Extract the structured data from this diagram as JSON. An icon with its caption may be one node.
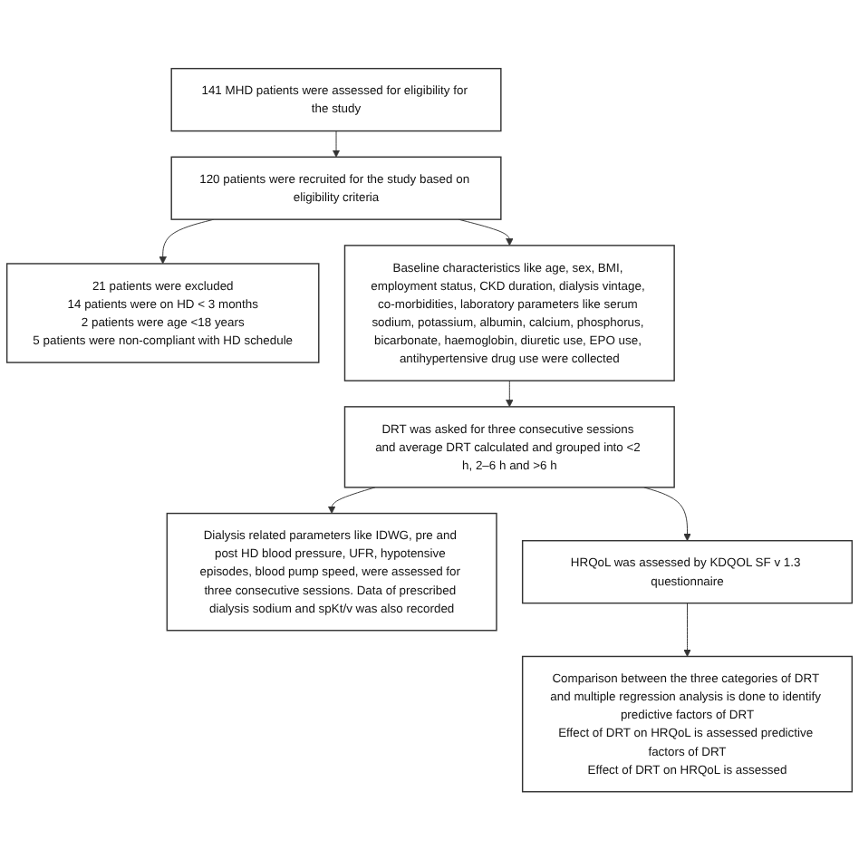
{
  "diagram": {
    "nodes": [
      {
        "text": [
          "141 MHD patients were assessed for eligibility for the study"
        ]
      },
      {
        "text": [
          "120 patients were recruited for the study based on eligibility criteria"
        ]
      },
      {
        "text": [
          "21 patients were excluded",
          "14 patients were on HD < 3 months",
          "2 patients were age <18 years",
          "5 patients were non-compliant with HD schedule"
        ]
      },
      {
        "text": [
          "Baseline characteristics like age, sex, BMI, employment status, CKD duration, dialysis vintage, co-morbidities, laboratory parameters like serum sodium, potassium, albumin, calcium, phosphorus, bicarbonate, haemoglobin, diuretic use, EPO use, antihypertensive drug use were collected"
        ]
      },
      {
        "text": [
          "DRT was asked for three consecutive sessions and average DRT calculated and grouped into <2 h, 2–6 h and >6 h"
        ]
      },
      {
        "text": [
          "Dialysis related parameters like IDWG, pre and post HD blood pressure, UFR, hypotensive episodes, blood pump speed, were assessed for three consecutive sessions. Data of prescribed dialysis sodium and spKt/v was also recorded"
        ]
      },
      {
        "text": [
          "HRQoL was assessed by KDQOL SF v 1.3 questionnaire"
        ]
      },
      {
        "text": [
          "Comparison between the three categories of DRT and multiple regression analysis is done to identify predictive factors of DRT",
          "Effect of DRT on HRQoL is assessed predictive factors of DRT",
          "Effect of DRT on HRQoL is assessed"
        ]
      }
    ],
    "edges": [
      {
        "from": 0,
        "to": 1,
        "arrow": "to"
      },
      {
        "from": 1,
        "to": 2,
        "arrow": "to"
      },
      {
        "from": 1,
        "to": 3,
        "arrow": "to"
      },
      {
        "from": 3,
        "to": 4,
        "arrow": "to"
      },
      {
        "from": 4,
        "to": 5,
        "arrow": "to"
      },
      {
        "from": 4,
        "to": 6,
        "arrow": "to"
      },
      {
        "from": 6,
        "to": 7,
        "arrow": "to"
      }
    ]
  }
}
